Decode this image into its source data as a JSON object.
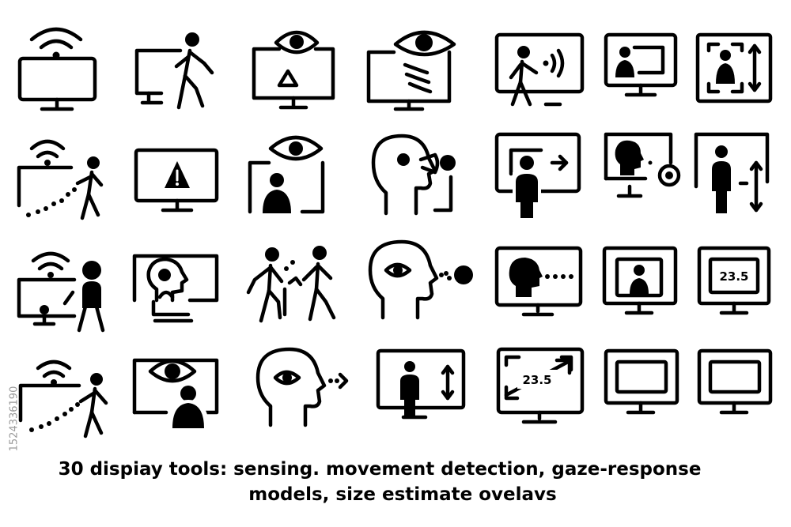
{
  "caption": {
    "line1": "30 dispiay tools: sensing. movement detection, gaze-response",
    "line2": "models, size estimate ovelavs"
  },
  "stock_id": "1524336190",
  "readouts": {
    "size_value_a": "23.5",
    "size_value_b": "23.5"
  },
  "icons": [
    "wifi-monitor-icon",
    "person-walking-monitor-icon",
    "eye-monitor-alert-icon",
    "eye-monitor-scan-icon",
    "person-signal-monitor-icon",
    "presenter-monitor-icon",
    "person-height-frame-icon",
    "wifi-sensor-walker-icon",
    "monitor-warning-icon",
    "eye-monitor-person-icon",
    "head-gaze-icon",
    "person-arrow-monitor-icon",
    "head-target-monitor-icon",
    "person-height-monitor-icon",
    "wifi-monitor-walker-icon",
    "head-profile-monitor-icon",
    "two-walkers-icon",
    "head-eye-gaze-icon",
    "head-dots-monitor-icon",
    "person-monitor-icon",
    "size-readout-monitor-icon",
    "wifi-sensor-walker-icon-2",
    "eye-person-monitor-icon",
    "head-eye-dots-icon",
    "person-height-screen-icon",
    "size-diagonal-monitor-icon",
    "double-frame-monitor-icon",
    "double-frame-monitor-icon-2"
  ]
}
